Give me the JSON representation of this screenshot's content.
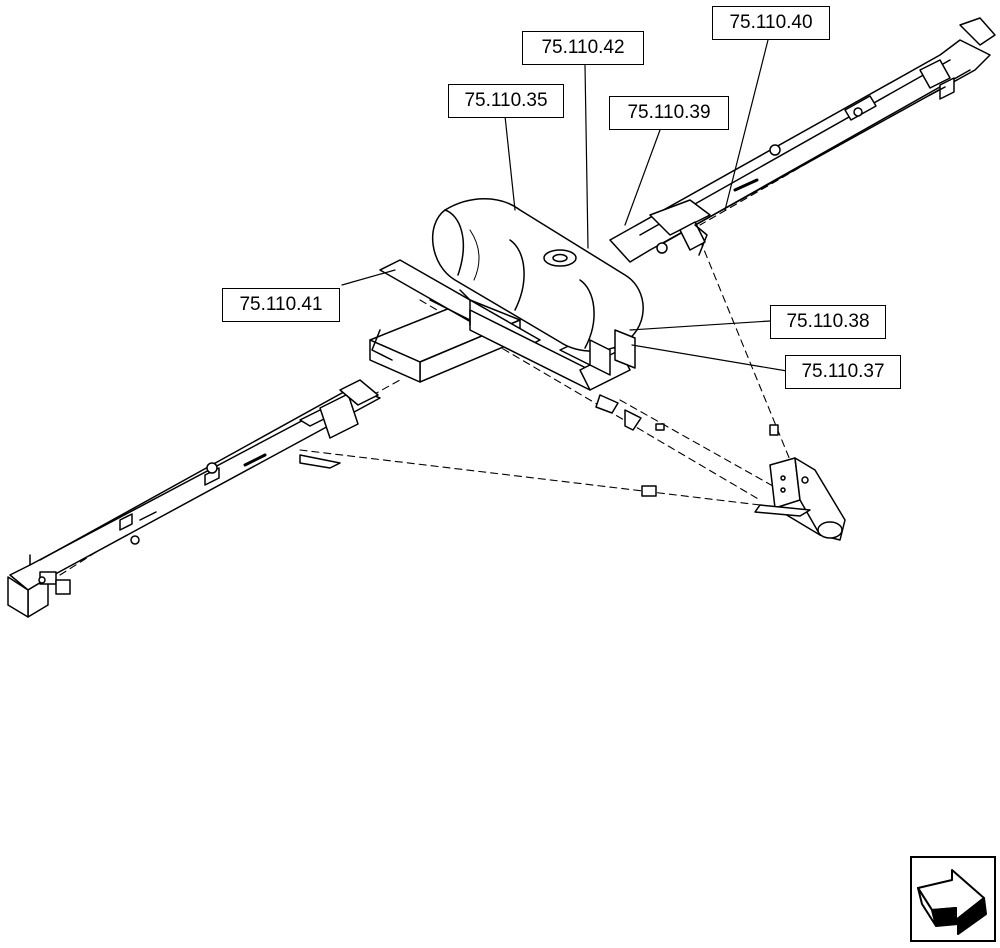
{
  "callouts": [
    {
      "id": "c4240",
      "label": "75.110.40"
    },
    {
      "id": "c4242",
      "label": "75.110.42"
    },
    {
      "id": "c4235",
      "label": "75.110.35"
    },
    {
      "id": "c4239",
      "label": "75.110.39"
    },
    {
      "id": "c4241",
      "label": "75.110.41"
    },
    {
      "id": "c4238",
      "label": "75.110.38"
    },
    {
      "id": "c4237",
      "label": "75.110.37"
    }
  ],
  "nav": {
    "icon": "next-page-arrow-icon"
  },
  "colors": {
    "line": "#000000",
    "fill": "#ffffff"
  }
}
